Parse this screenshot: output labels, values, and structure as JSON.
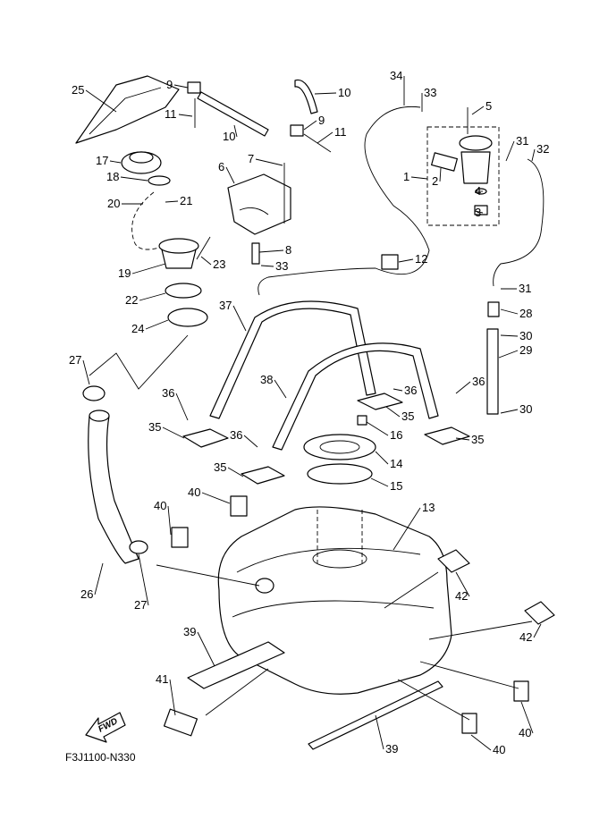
{
  "diagram_code": "F3J1100-N330",
  "fwd_label": "FWD",
  "callouts": [
    "25",
    "9",
    "11",
    "10",
    "10",
    "9",
    "11",
    "7",
    "6",
    "17",
    "18",
    "21",
    "20",
    "19",
    "23",
    "8",
    "33",
    "22",
    "24",
    "34",
    "33",
    "5",
    "31",
    "32",
    "1",
    "2",
    "4",
    "3",
    "12",
    "31",
    "28",
    "30",
    "29",
    "37",
    "27",
    "36",
    "38",
    "36",
    "35",
    "36",
    "30",
    "35",
    "35",
    "36",
    "16",
    "35",
    "14",
    "15",
    "40",
    "13",
    "40",
    "26",
    "27",
    "42",
    "42",
    "39",
    "41",
    "40",
    "40",
    "39"
  ],
  "colors": {
    "line": "#000000",
    "background": "#ffffff"
  }
}
